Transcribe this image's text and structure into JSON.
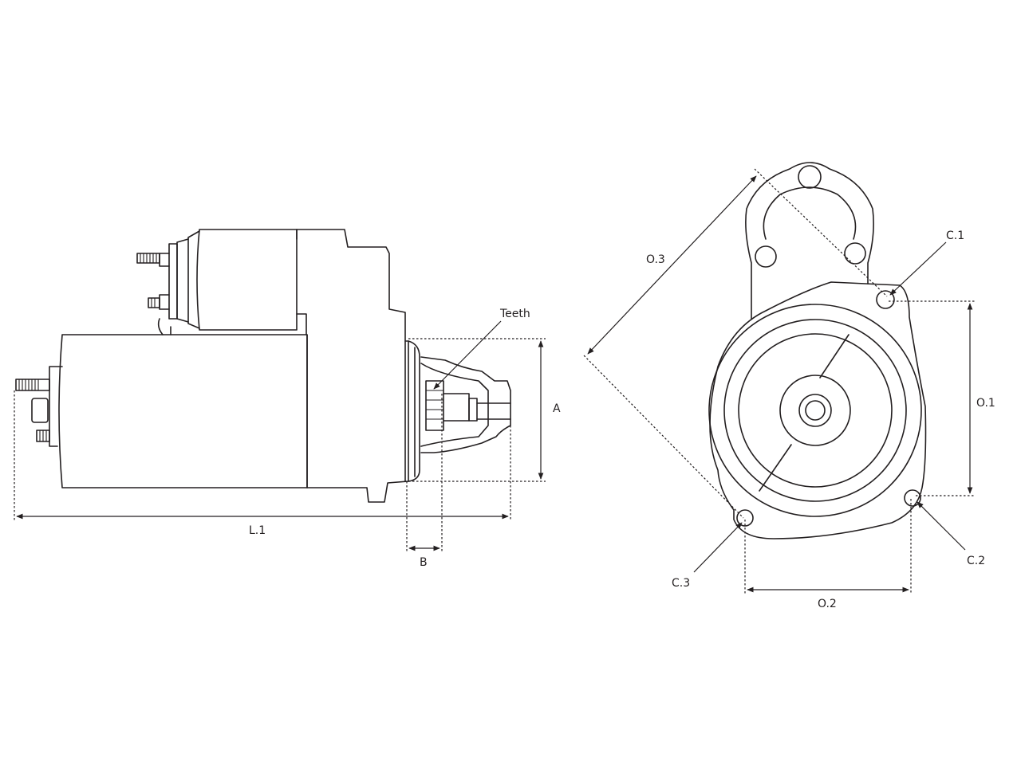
{
  "side_view": {
    "labels": {
      "teeth": "Teeth",
      "A": "A",
      "B": "B",
      "L1": "L.1"
    }
  },
  "front_view": {
    "labels": {
      "O1": "O.1",
      "O2": "O.2",
      "O3": "O.3",
      "C1": "C.1",
      "C2": "C.2",
      "C3": "C.3"
    }
  },
  "colors": {
    "line": "#231f20",
    "background": "#ffffff"
  }
}
